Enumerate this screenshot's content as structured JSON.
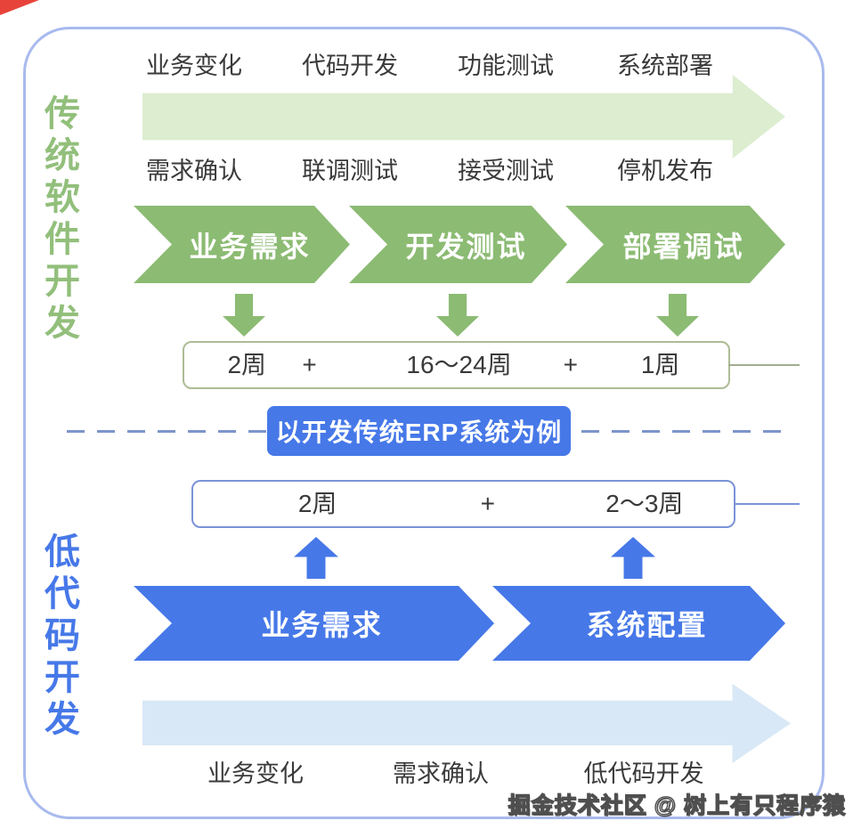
{
  "traditional": {
    "side_title": "传统软件开发",
    "top_labels": [
      "业务变化",
      "代码开发",
      "功能测试",
      "系统部署"
    ],
    "mid_labels": [
      "需求确认",
      "联调测试",
      "接受测试",
      "停机发布"
    ],
    "chevrons": [
      "业务需求",
      "开发测试",
      "部署调试"
    ],
    "duration_items": [
      "2周",
      "+",
      "16～24周",
      "+",
      "1周"
    ]
  },
  "divider": {
    "example_label": "以开发传统ERP系统为例"
  },
  "lowcode": {
    "side_title": "低代码开发",
    "duration_items": [
      "2周",
      "+",
      "2～3周"
    ],
    "chevrons": [
      "业务需求",
      "系统配置"
    ],
    "bottom_labels": [
      "业务变化",
      "需求确认",
      "低代码开发"
    ]
  },
  "watermark": "掘金技术社区 @ 树上有只程序猿",
  "colors": {
    "green_accent": "#8CBB73",
    "green_light": "#DCEDD0",
    "green_title": "#92BF7B",
    "blue_accent": "#4678E8",
    "blue_light": "#D8E8F6",
    "card_border": "#A8BAEE",
    "text_dark": "#3A3A3A",
    "corner_red": "#E8433A"
  }
}
